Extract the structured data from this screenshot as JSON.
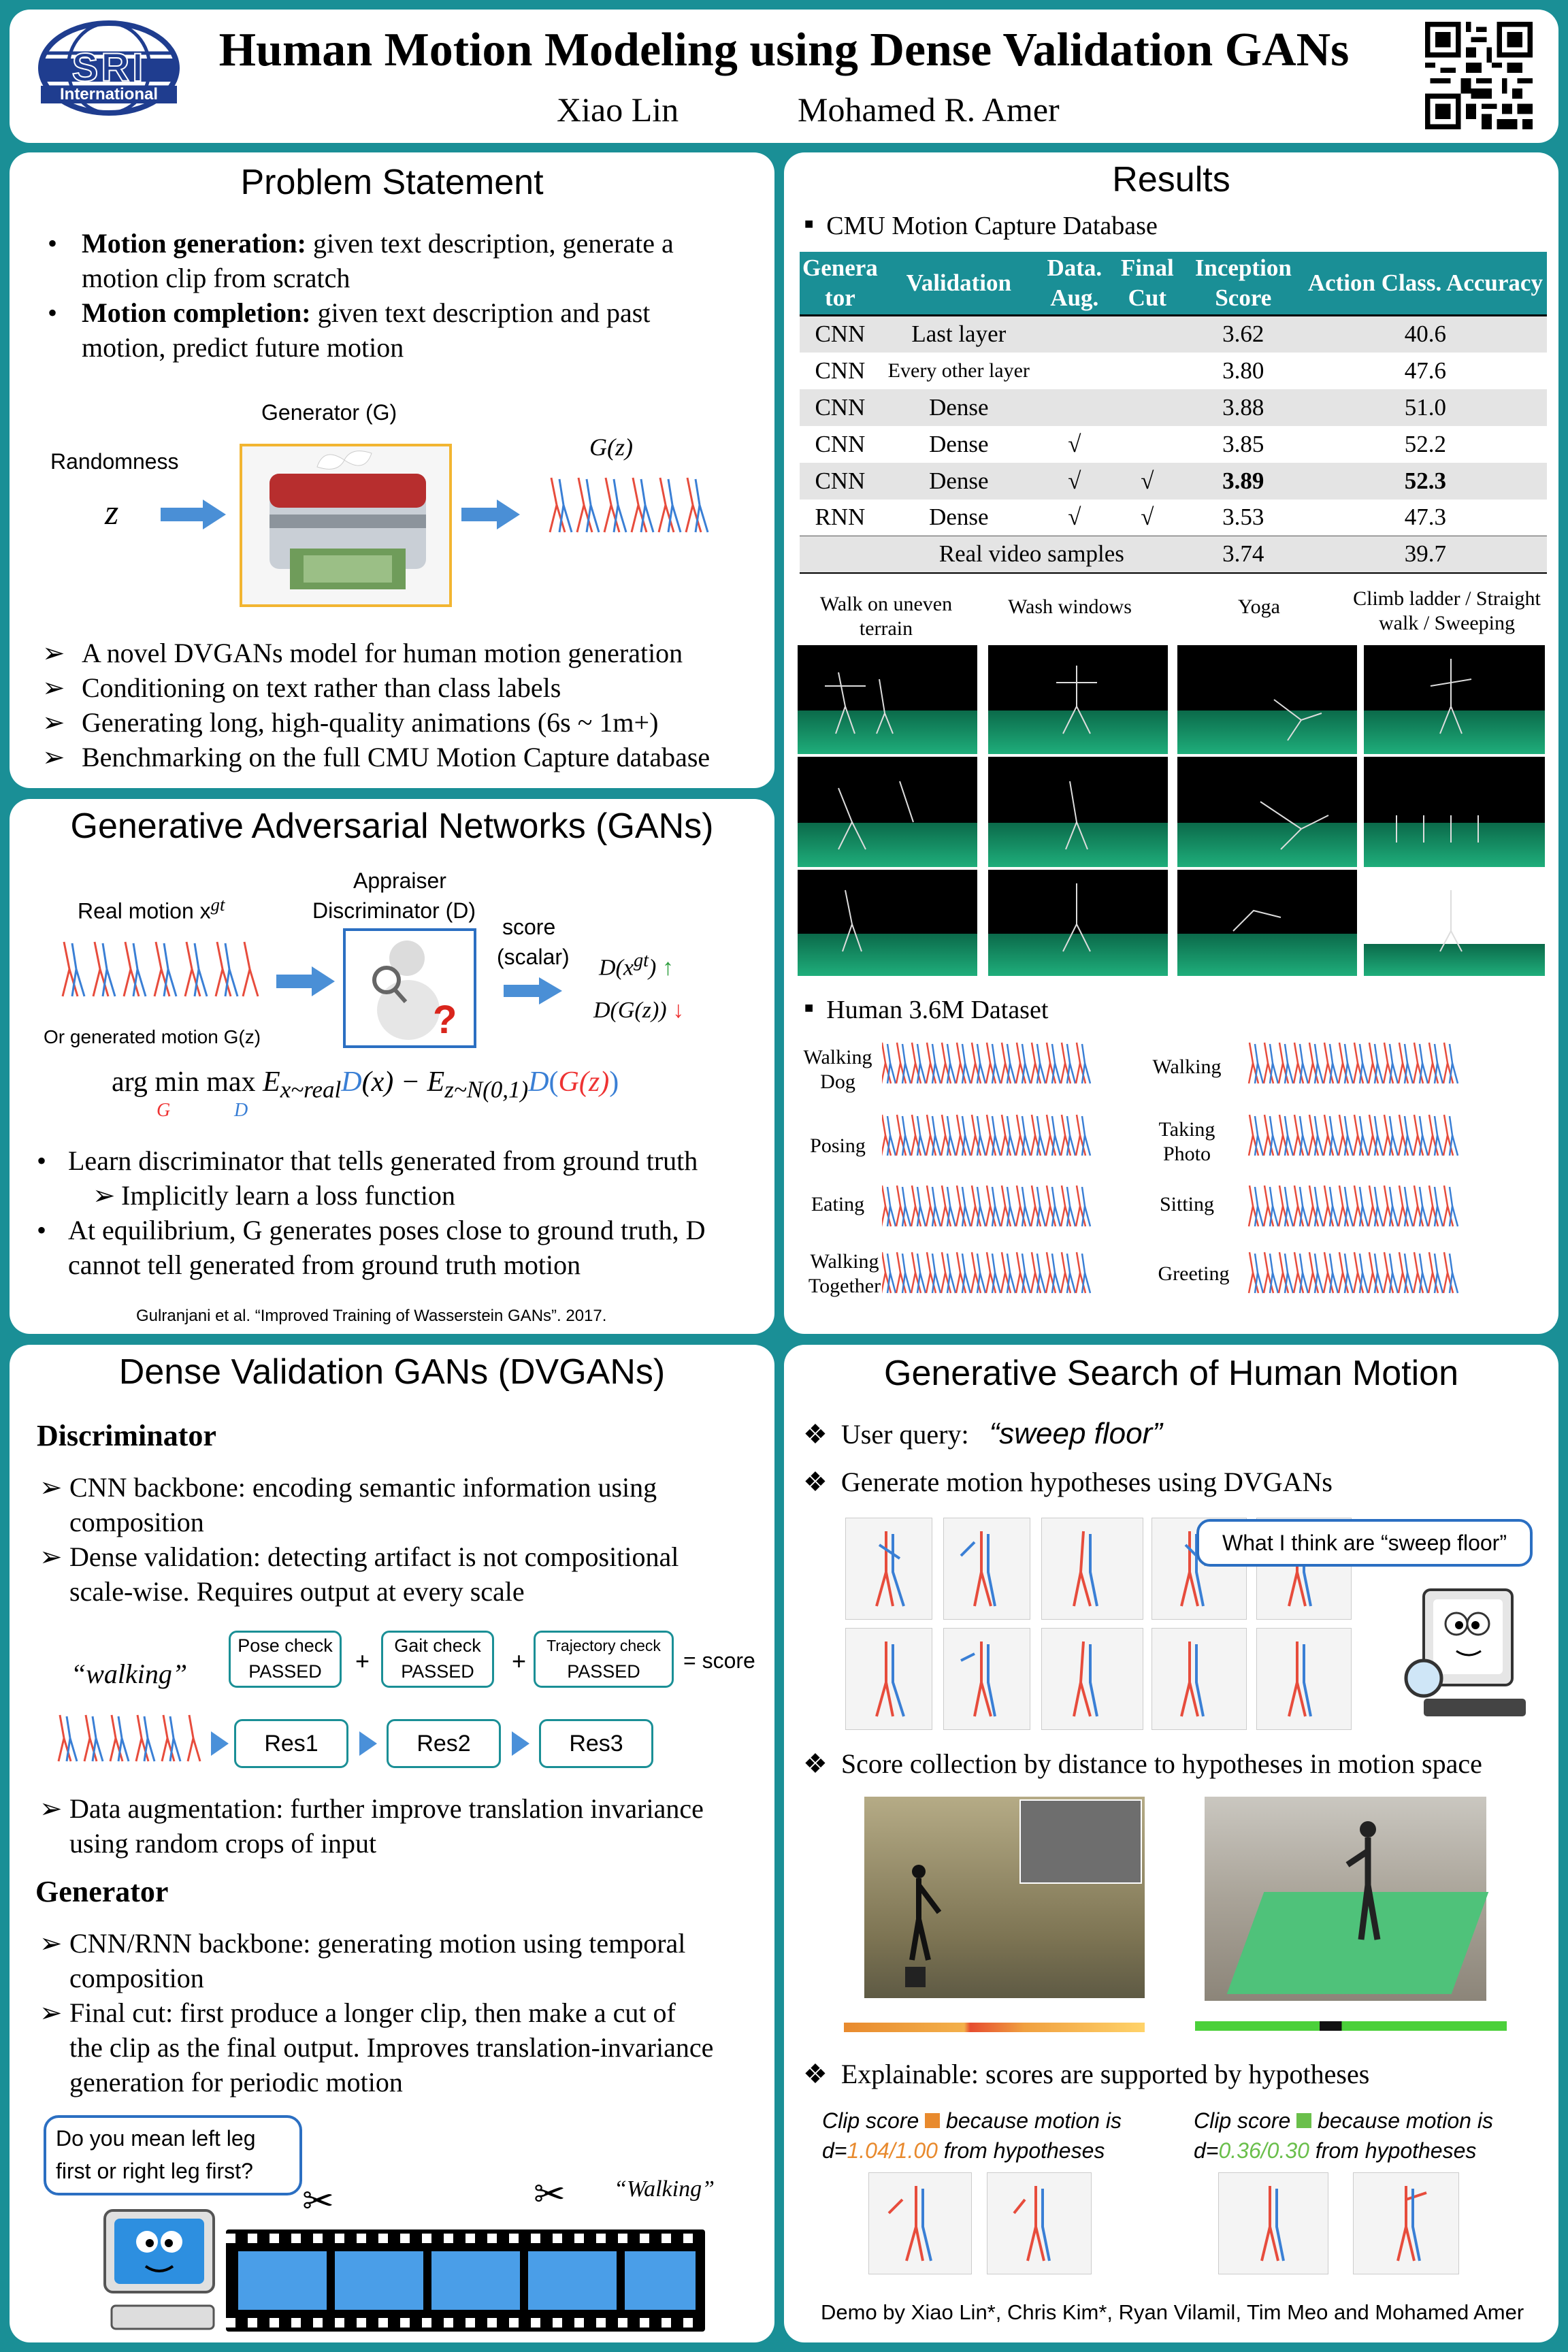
{
  "header": {
    "logo_text": "SRI",
    "logo_sub": "International",
    "title": "Human Motion Modeling using Dense Validation GANs",
    "author1": "Xiao Lin",
    "author2": "Mohamed R. Amer"
  },
  "problem": {
    "title": "Problem Statement",
    "b1_bold": "Motion generation:",
    "b1_text": " given text description, generate a",
    "b1_text2": "motion clip from scratch",
    "b2_bold": "Motion completion:",
    "b2_text": " given text description and past",
    "b2_text2": "motion, predict future motion",
    "generator_label": "Generator (G)",
    "randomness_label": "Randomness",
    "z_label": "z",
    "gz_label": "G(z)",
    "points": [
      "A novel DVGANs model for human motion generation",
      "Conditioning on text rather than class labels",
      "Generating long, high-quality animations (6s ~ 1m+)",
      "Benchmarking on the full CMU Motion Capture database"
    ]
  },
  "gan": {
    "title": "Generative Adversarial Networks (GANs)",
    "appraiser": "Appraiser",
    "discriminator": "Discriminator (D)",
    "real_motion": "Real motion x",
    "real_sup": "gt",
    "generated": "Or generated motion G(z)",
    "score": "score",
    "scalar": "(scalar)",
    "d_real": "D(x",
    "d_real_sup": "gt",
    "d_real_end": ")",
    "up_arrow": "↑",
    "d_fake": "D(G(z))",
    "down_arrow": "↓",
    "formula": {
      "argmin": "arg min",
      "G": "G",
      "max": "max",
      "D": "D",
      "E1": "E",
      "sub1": "x~real",
      "Dx": "D",
      "x": "(x)",
      "minus": " − E",
      "sub2": "z~N(0,1)",
      "D2": "D",
      "open": "(",
      "Gz": "G(z)",
      "close": ")"
    },
    "b1": "Learn discriminator that tells generated from ground truth",
    "b1_sub": "Implicitly learn a loss function",
    "b2": "At equilibrium, G generates poses close to ground truth, D",
    "b2_2": "cannot tell generated from ground truth motion",
    "citation": "Gulranjani et al. “Improved Training of Wasserstein GANs”. 2017."
  },
  "dvgan": {
    "title": "Dense Validation GANs (DVGANs)",
    "disc_heading": "Discriminator",
    "d1": "CNN backbone: encoding semantic information using",
    "d1_2": "composition",
    "d2": "Dense validation: detecting artifact is not compositional",
    "d2_2": "scale-wise. Requires output at every scale",
    "walking": "“walking”",
    "check1": "Pose check",
    "check2": "Gait check",
    "check3": "Trajectory check",
    "passed": "PASSED",
    "plus": "+",
    "eq_score": "= score",
    "res1": "Res1",
    "res2": "Res2",
    "res3": "Res3",
    "d3": "Data augmentation: further improve translation invariance",
    "d3_2": "using random crops of input",
    "gen_heading": "Generator",
    "g1": "CNN/RNN backbone: generating motion using temporal",
    "g1_2": "composition",
    "g2": "Final cut: first produce a longer clip, then make a cut of",
    "g2_2": "the clip as the final output. Improves translation-invariance",
    "g2_3": "generation for periodic motion",
    "bubble1": "Do you mean left leg",
    "bubble2": "first or right leg first?",
    "walking2": "“Walking”"
  },
  "results": {
    "title": "Results",
    "cmu_heading": "CMU Motion Capture Database",
    "table": {
      "headers": [
        "Genera tor",
        "Validation",
        "Data. Aug.",
        "Final Cut",
        "Inception Score",
        "Action Class. Accuracy"
      ],
      "rows": [
        [
          "CNN",
          "Last layer",
          "",
          "",
          "3.62",
          "40.6"
        ],
        [
          "CNN",
          "Every other layer",
          "",
          "",
          "3.80",
          "47.6"
        ],
        [
          "CNN",
          "Dense",
          "",
          "",
          "3.88",
          "51.0"
        ],
        [
          "CNN",
          "Dense",
          "√",
          "",
          "3.85",
          "52.2"
        ],
        [
          "CNN",
          "Dense",
          "√",
          "√",
          "3.89",
          "52.3"
        ],
        [
          "RNN",
          "Dense",
          "√",
          "√",
          "3.53",
          "47.3"
        ]
      ],
      "last_row": [
        "Real video samples",
        "3.74",
        "39.7"
      ]
    },
    "col_labels": [
      "Walk on uneven terrain",
      "Wash windows",
      "Yoga",
      "Climb ladder / Straight walk / Sweeping"
    ],
    "h36_heading": "Human 3.6M Dataset",
    "h36_left": [
      "Walking Dog",
      "Posing",
      "Eating",
      "Walking Together"
    ],
    "h36_right": [
      "Walking",
      "Taking Photo",
      "Sitting",
      "Greeting"
    ]
  },
  "search": {
    "title": "Generative Search of Human Motion",
    "q_label": "User query:",
    "q_value": "“sweep floor”",
    "s2": "Generate motion hypotheses using DVGANs",
    "think": "What I think are “sweep floor”",
    "s3": "Score collection by distance to hypotheses in motion space",
    "s4": "Explainable: scores are supported by hypotheses",
    "clip1_a": "Clip score",
    "clip1_b": " because motion is",
    "clip1_c": "d=",
    "clip1_d": "1.04/1.00",
    "clip1_e": "  from hypotheses",
    "clip2_a": "Clip score",
    "clip2_b": " because motion is",
    "clip2_c": "d=",
    "clip2_d": "0.36/0.30",
    "clip2_e": " from hypotheses",
    "demo": "Demo by Xiao Lin*, Chris Kim*, Ryan Vilamil, Tim Meo and Mohamed Amer"
  },
  "colors": {
    "accent": "#1a8f96",
    "red": "#e74c3c",
    "blue": "#3a7fd5",
    "orange": "#e88a2e",
    "green": "#6abf4b"
  }
}
